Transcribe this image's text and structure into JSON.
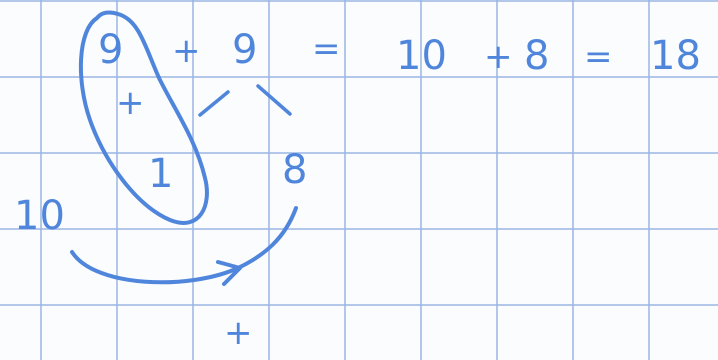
{
  "colors": {
    "ink": "#4f86dc",
    "grid": "#9bb6e3",
    "paper": "#fbfcfe"
  },
  "equation": {
    "term_a": "9",
    "plus": "+",
    "term_b": "9",
    "equals_1": "=",
    "rewrite_a": "10",
    "plus_2": "+",
    "rewrite_b": "8",
    "equals_2": "=",
    "result": "18"
  },
  "decomposition": {
    "plus_under_nine": "+",
    "one": "1",
    "eight": "8",
    "ten": "10",
    "bottom_plus": "+"
  }
}
